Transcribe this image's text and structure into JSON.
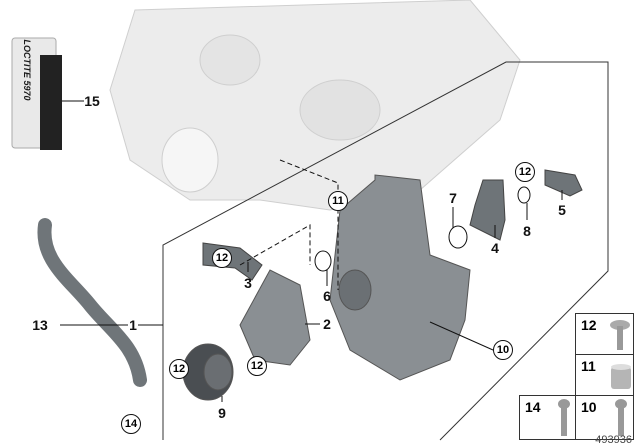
{
  "callouts": {
    "c15": "15",
    "c13": "13",
    "c1": "1",
    "c14": "14",
    "c12a": "12",
    "c3": "3",
    "c12b": "12",
    "c9": "9",
    "c2": "2",
    "c12c": "12",
    "c6": "6",
    "c11": "11",
    "c7": "7",
    "c12d": "12",
    "c8": "8",
    "c4": "4",
    "c5": "5",
    "c10": "10"
  },
  "sealant_label": "LOCTITE 5970",
  "legend": {
    "r1": "12",
    "r2": "11",
    "r3a": "14",
    "r3b": "10"
  },
  "figure_number": "493936"
}
